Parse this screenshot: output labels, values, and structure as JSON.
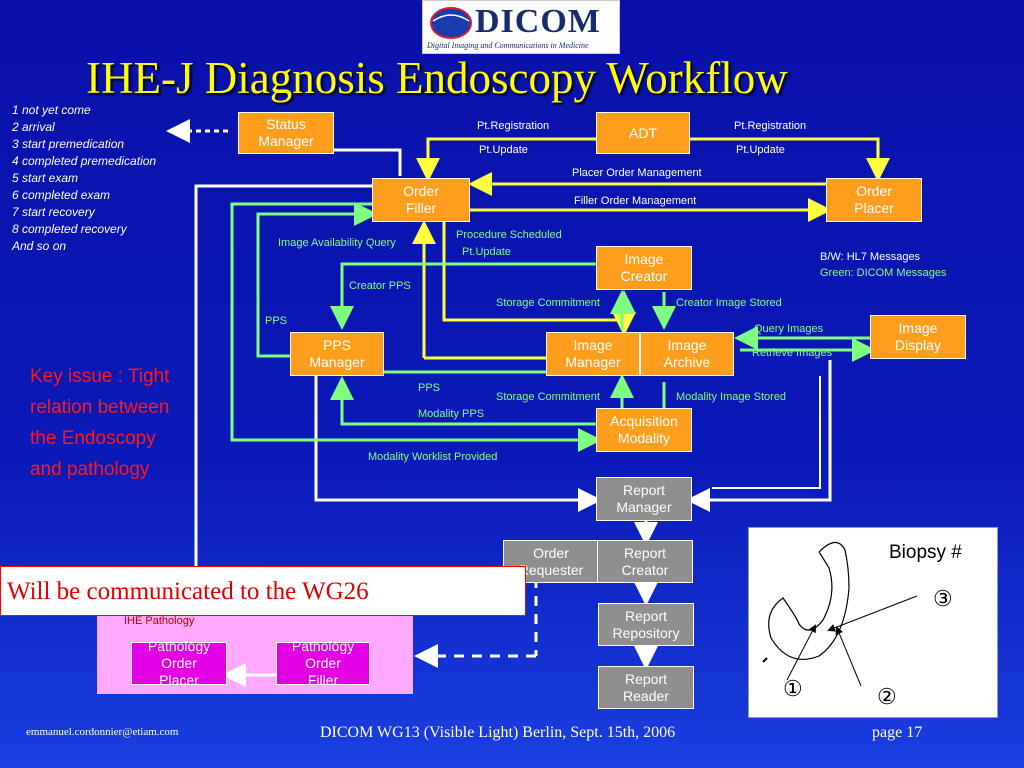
{
  "logo": {
    "wordmark": "DICOM",
    "tagline": "Digital Imaging and Communications in Medicine"
  },
  "title": "IHE-J Diagnosis Endoscopy Workflow",
  "status_list": [
    "1 not yet come",
    "2 arrival",
    "3 start premedication",
    "4 completed premedication",
    "5 start exam",
    "6 completed exam",
    "7 start recovery",
    "8 completed recovery",
    "And so on"
  ],
  "key_issue": "Key issue : Tight relation between the Endoscopy and pathology",
  "callout": "Will be communicated to the WG26",
  "actors": {
    "status_manager": [
      "Status",
      "Manager"
    ],
    "adt": "ADT",
    "order_filler": [
      "Order",
      "Filler"
    ],
    "order_placer": [
      "Order",
      "Placer"
    ],
    "image_creator": [
      "Image",
      "Creator"
    ],
    "image_display": [
      "Image",
      "Display"
    ],
    "pps_manager": [
      "PPS",
      "Manager"
    ],
    "image_manager": [
      "Image",
      "Manager"
    ],
    "image_archive": [
      "Image",
      "Archive"
    ],
    "acquisition_modality": [
      "Acquisition",
      "Modality"
    ],
    "report_manager": [
      "Report",
      "Manager"
    ],
    "order_requester": [
      "Order",
      "Requester"
    ],
    "report_creator": [
      "Report",
      "Creator"
    ],
    "report_repository": [
      "Report",
      "Repository"
    ],
    "report_reader": [
      "Report",
      "Reader"
    ],
    "pathology_order_placer": [
      "Pathology Order",
      "Placer"
    ],
    "pathology_order_filler": [
      "Pathology Order",
      "Filler"
    ]
  },
  "labels": {
    "pt_registration_left": "Pt.Registration",
    "pt_registration_right": "Pt.Registration",
    "pt_update_left": "Pt.Update",
    "pt_update_right": "Pt.Update",
    "placer_order_mgmt": "Placer Order Management",
    "filler_order_mgmt": "Filler Order Management",
    "image_availability_query": "Image Availability Query",
    "procedure_scheduled": "Procedure Scheduled",
    "pt_update_mid": "Pt.Update",
    "creator_pps": "Creator PPS",
    "pps_top": "PPS",
    "storage_commitment_top": "Storage Commitment",
    "creator_image_stored": "Creator Image Stored",
    "query_images": "Query Images",
    "retrieve_images": "Retrieve Images",
    "pps_bottom": "PPS",
    "storage_commitment_bottom": "Storage Commitment",
    "modality_image_stored": "Modality Image Stored",
    "modality_pps": "Modality PPS",
    "modality_worklist": "Modality Worklist Provided",
    "ihe_pathology": "IHE Pathology"
  },
  "legend": {
    "bw": "B/W:   HL7 Messages",
    "green": "Green: DICOM Messages"
  },
  "biopsy": {
    "title": "Biopsy #",
    "n1": "①",
    "n2": "②",
    "n3": "③"
  },
  "footer": {
    "email": "emmanuel.cordonnier@etiam.com",
    "meeting": "DICOM WG13 (Visible Light) Berlin, Sept. 15th, 2006",
    "page": "page 17"
  },
  "colors": {
    "actor": "#ff9d1c",
    "report_actor": "#8f8f8f",
    "pathology_actor": "#e400e4",
    "title": "#ffff00",
    "hl7_line": "#ffff40",
    "dicom_line": "#7fff7f",
    "key_issue": "#ff1a1a"
  }
}
